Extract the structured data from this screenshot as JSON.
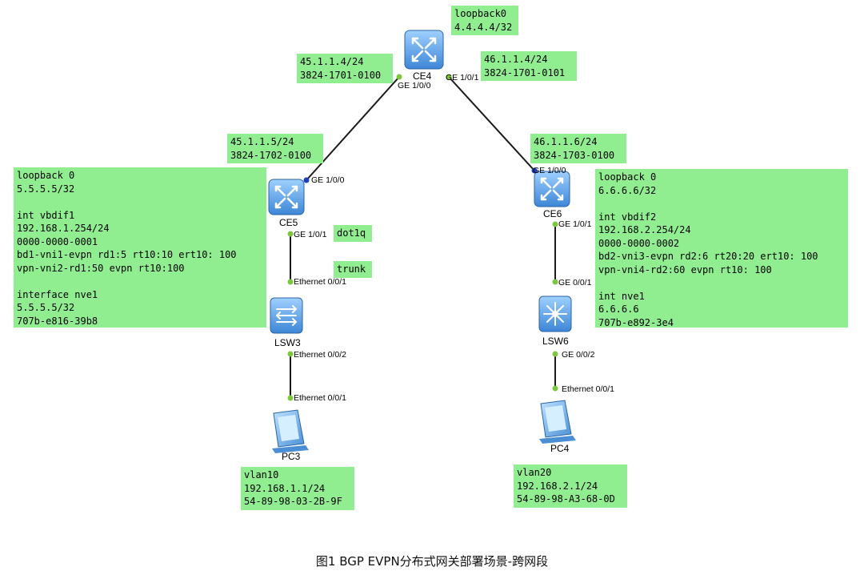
{
  "caption": "图1 BGP EVPN分布式网关部署场景-跨网段",
  "colors": {
    "note_bg": "#90ee90",
    "device_blue": "#4a8fd6",
    "link": "#1a1a1a",
    "port_green": "#7ec63f",
    "port_blue": "#1f3fb8"
  },
  "devices": {
    "ce4": {
      "label": "CE4",
      "icon": "router-icon"
    },
    "ce5": {
      "label": "CE5",
      "icon": "router-icon"
    },
    "ce6": {
      "label": "CE6",
      "icon": "router-icon"
    },
    "lsw3": {
      "label": "LSW3",
      "icon": "switch-icon"
    },
    "lsw6": {
      "label": "LSW6",
      "icon": "switch-icon"
    },
    "pc3": {
      "label": "PC3",
      "icon": "pc-icon"
    },
    "pc4": {
      "label": "PC4",
      "icon": "pc-icon"
    }
  },
  "ports": {
    "ce4_ge100": "GE 1/0/0",
    "ce4_ge101": "GE 1/0/1",
    "ce5_ge100": "GE 1/0/0",
    "ce5_ge101": "GE 1/0/1",
    "ce6_ge100": "GE 1/0/0",
    "ce6_ge101": "GE 1/0/1",
    "lsw3_eth001": "Ethernet 0/0/1",
    "lsw3_eth002": "Ethernet 0/0/2",
    "pc3_eth001": "Ethernet 0/0/1",
    "lsw6_ge001": "GE 0/0/1",
    "lsw6_ge002": "GE 0/0/2",
    "pc4_eth001": "Ethernet 0/0/1"
  },
  "notes": {
    "ce4_loopback": [
      "loopback0",
      "4.4.4.4/32"
    ],
    "ce4_ge100": [
      "45.1.1.4/24",
      "3824-1701-0100"
    ],
    "ce4_ge101": [
      "46.1.1.4/24",
      "3824-1701-0101"
    ],
    "ce5_ge100": [
      "45.1.1.5/24",
      "3824-1702-0100"
    ],
    "ce6_ge100": [
      "46.1.1.6/24",
      "3824-1703-0100"
    ],
    "ce5_config": [
      "loopback 0",
      "5.5.5.5/32",
      "",
      "int vbdif1",
      "192.168.1.254/24",
      "0000-0000-0001",
      "bd1-vni1-evpn rd1:5 rt10:10 ert10: 100",
      "vpn-vni2-rd1:50 evpn rt10:100",
      "",
      "interface nve1",
      "5.5.5.5/32",
      "707b-e816-39b8"
    ],
    "ce6_config": [
      "loopback 0",
      "6.6.6.6/32",
      "",
      "int vbdif2",
      "192.168.2.254/24",
      "0000-0000-0002",
      "bd2-vni3-evpn rd2:6 rt20:20 ert10: 100",
      "vpn-vni4-rd2:60 evpn rt10: 100",
      "",
      "int nve1",
      "6.6.6.6",
      "707b-e892-3e4"
    ],
    "dot1q": [
      "dot1q"
    ],
    "trunk": [
      "trunk"
    ],
    "pc3_info": [
      "vlan10",
      "192.168.1.1/24",
      "54-89-98-03-2B-9F"
    ],
    "pc4_info": [
      "vlan20",
      "192.168.2.1/24",
      "54-89-98-A3-68-0D"
    ]
  }
}
